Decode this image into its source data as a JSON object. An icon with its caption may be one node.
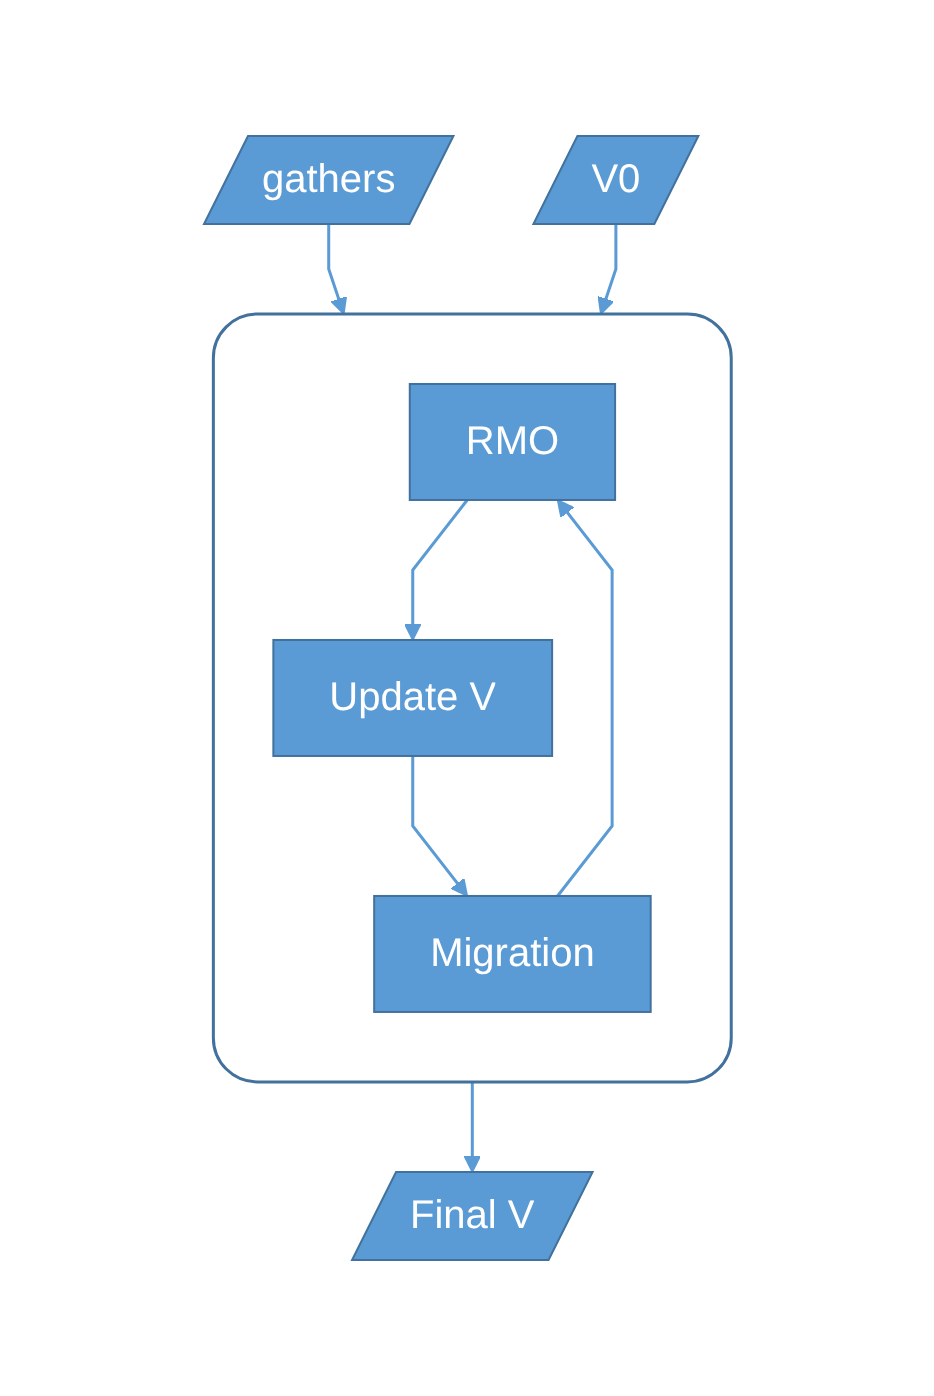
{
  "diagram": {
    "nodes": [
      {
        "text": [
          "gathers"
        ]
      },
      {
        "text": [
          "V0"
        ]
      },
      {
        "text": [],
        "shape": "box"
      },
      {
        "text": [
          "RMO"
        ],
        "in": 2
      },
      {
        "text": [
          "Update V"
        ],
        "in": 2
      },
      {
        "text": [
          "Migration"
        ],
        "in": 2
      },
      {
        "text": [
          "Final V"
        ]
      }
    ],
    "edges": [
      {
        "from": 0,
        "to": 2,
        "arrow": "to"
      },
      {
        "from": 1,
        "to": 2,
        "arrow": "to"
      },
      {
        "from": 3,
        "to": 4,
        "arrow": "to"
      },
      {
        "from": 4,
        "to": 5,
        "arrow": "to"
      },
      {
        "from": 5,
        "to": 3,
        "arrow": "to"
      },
      {
        "from": 2,
        "to": 6,
        "arrow": "to"
      }
    ]
  }
}
